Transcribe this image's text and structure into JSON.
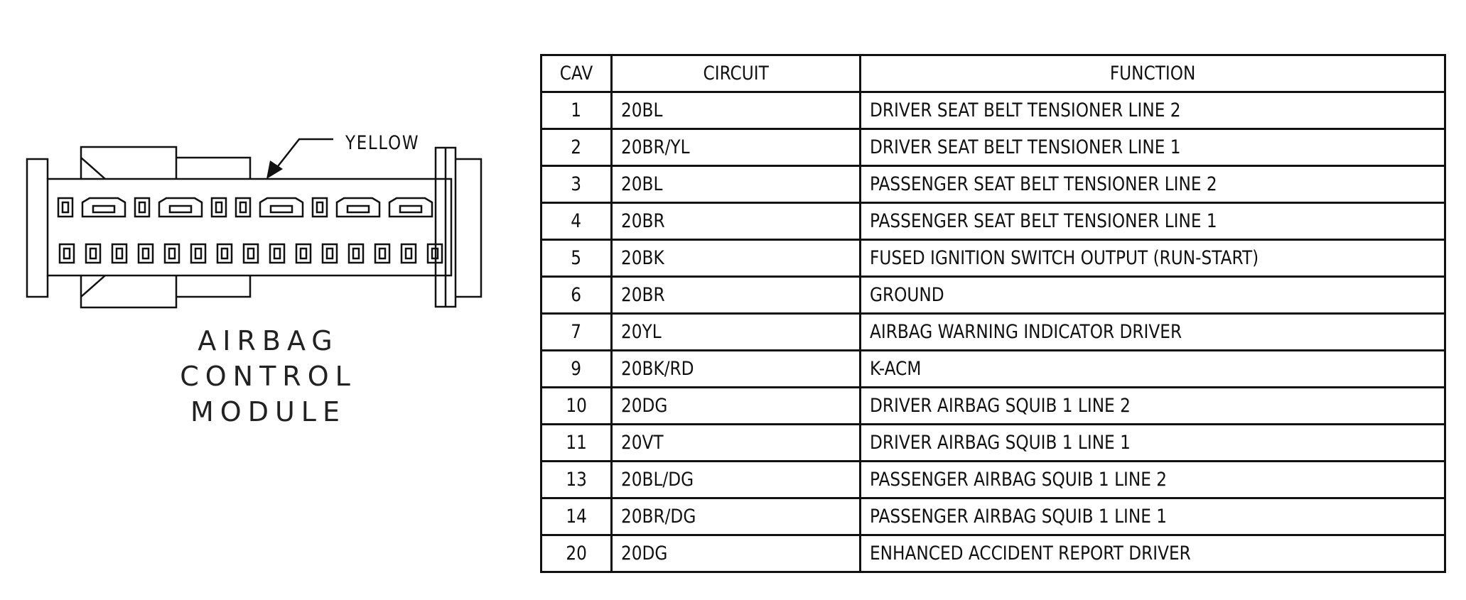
{
  "connector": {
    "color_label": "YELLOW",
    "title_lines": [
      "AIRBAG",
      "CONTROL",
      "MODULE"
    ],
    "top_row_pin_types": [
      "pin",
      "wide",
      "pin",
      "wide",
      "pin",
      "pin",
      "wide",
      "pin",
      "wide",
      "wide"
    ],
    "bottom_row_pin_count": 15
  },
  "table": {
    "headers": {
      "cav": "CAV",
      "circuit": "CIRCUIT",
      "function": "FUNCTION"
    },
    "rows": [
      {
        "cav": "1",
        "circuit": "20BL",
        "function": "DRIVER SEAT BELT TENSIONER LINE 2"
      },
      {
        "cav": "2",
        "circuit": "20BR/YL",
        "function": "DRIVER SEAT BELT TENSIONER LINE 1"
      },
      {
        "cav": "3",
        "circuit": "20BL",
        "function": "PASSENGER SEAT BELT TENSIONER LINE 2"
      },
      {
        "cav": "4",
        "circuit": "20BR",
        "function": "PASSENGER SEAT BELT TENSIONER LINE 1"
      },
      {
        "cav": "5",
        "circuit": "20BK",
        "function": "FUSED IGNITION SWITCH OUTPUT (RUN-START)"
      },
      {
        "cav": "6",
        "circuit": "20BR",
        "function": "GROUND"
      },
      {
        "cav": "7",
        "circuit": "20YL",
        "function": "AIRBAG WARNING INDICATOR DRIVER"
      },
      {
        "cav": "9",
        "circuit": "20BK/RD",
        "function": "K-ACM"
      },
      {
        "cav": "10",
        "circuit": "20DG",
        "function": "DRIVER AIRBAG SQUIB 1 LINE 2"
      },
      {
        "cav": "11",
        "circuit": "20VT",
        "function": "DRIVER AIRBAG SQUIB 1 LINE 1"
      },
      {
        "cav": "13",
        "circuit": "20BL/DG",
        "function": "PASSENGER AIRBAG SQUIB 1 LINE 2"
      },
      {
        "cav": "14",
        "circuit": "20BR/DG",
        "function": "PASSENGER AIRBAG SQUIB 1 LINE 1"
      },
      {
        "cav": "20",
        "circuit": "20DG",
        "function": "ENHANCED ACCIDENT REPORT DRIVER"
      }
    ]
  }
}
